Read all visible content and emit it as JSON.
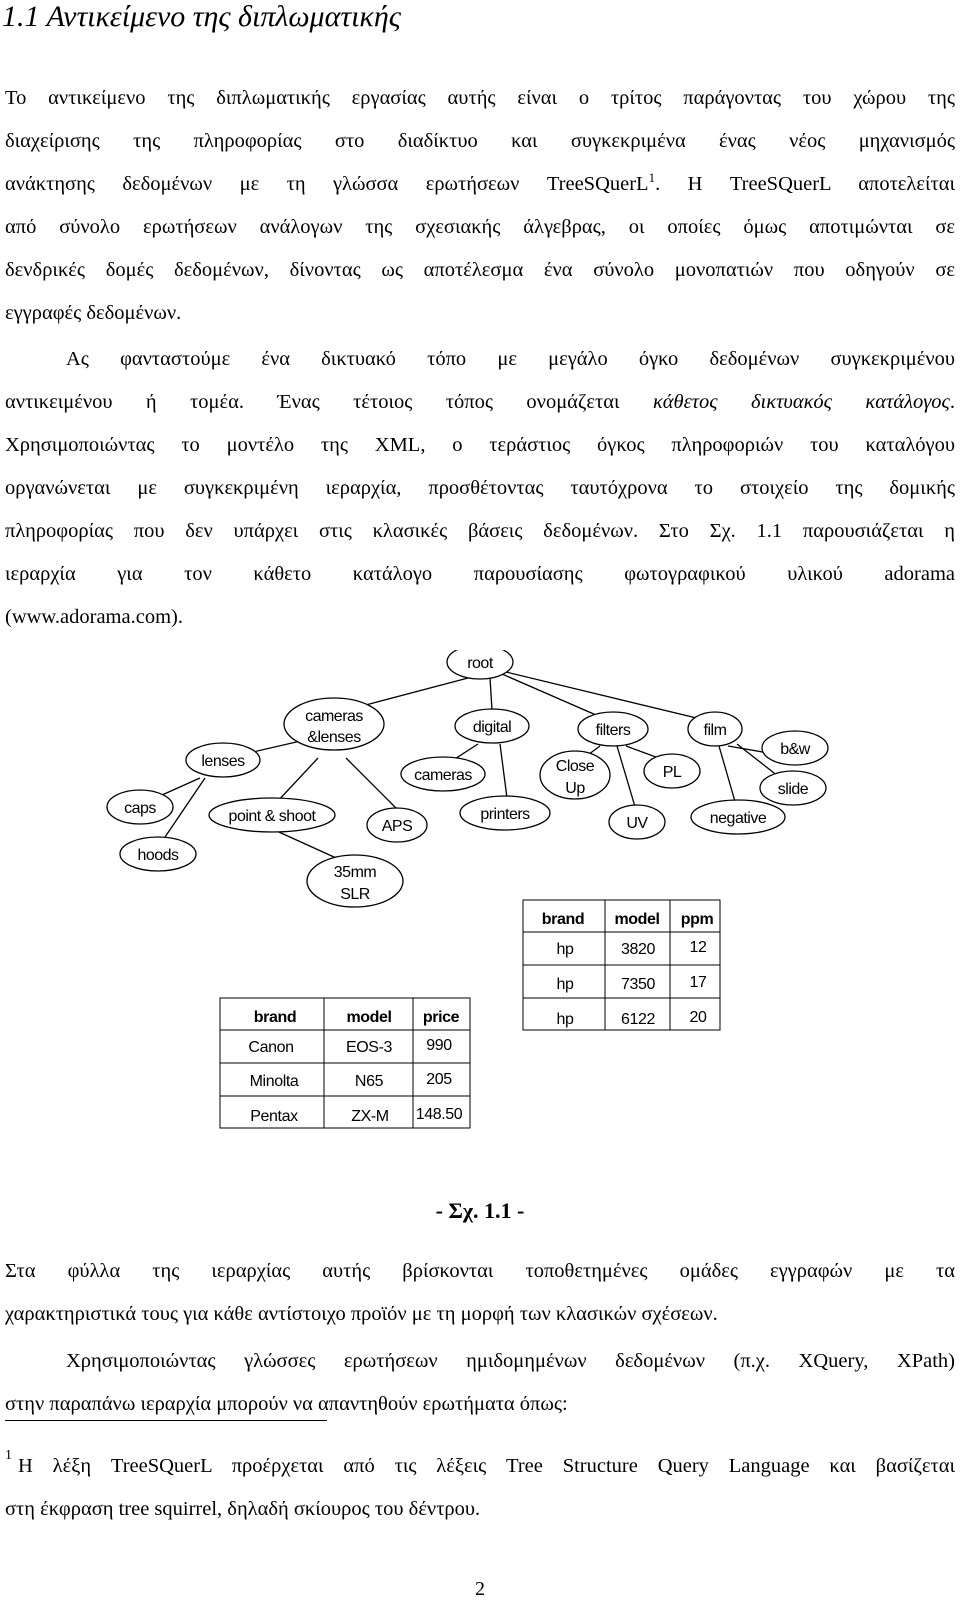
{
  "heading": "1.1 Αντικείμενο της διπλωματικής",
  "paragraph1": {
    "l1": "Το αντικείμενο της διπλωματικής εργασίας αυτής είναι ο τρίτος παράγοντας του χώρου της",
    "l2": "διαχείρισης της πληροφορίας στο διαδίκτυο και συγκεκριμένα ένας νέος μηχανισμός",
    "l3a": "ανάκτησης δεδομένων με τη γλώσσα ερωτήσεων TreeSQuerL",
    "l3sup": "1",
    "l3b": ". Η TreeSQuerL αποτελείται",
    "l4": "από σύνολο ερωτήσεων ανάλογων της σχεσιακής άλγεβρας, οι οποίες όμως αποτιμώνται σε",
    "l5": "δενδρικές δομές δεδομένων, δίνοντας ως αποτέλεσμα ένα σύνολο μονοπατιών που οδηγούν σε",
    "l6": "εγγραφές δεδομένων."
  },
  "paragraph2": {
    "l1": "Ας φανταστούμε ένα δικτυακό τόπο με μεγάλο όγκο δεδομένων συγκεκριμένου",
    "l2a": "αντικειμένου ή τομέα. Ένας τέτοιος τόπος ονομάζεται ",
    "l2b": "κάθετος δικτυακός κατάλογος",
    "l2c": ".",
    "l3": "Χρησιμοποιώντας το μοντέλο της XML, ο τεράστιος όγκος πληροφοριών του καταλόγου",
    "l4": "οργανώνεται με συγκεκριμένη ιεραρχία, προσθέτοντας ταυτόχρονα το στοιχείο της δομικής",
    "l5": "πληροφορίας που δεν υπάρχει στις κλασικές βάσεις δεδομένων. Στο Σχ. 1.1 παρουσιάζεται η",
    "l6": "ιεραρχία για τον κάθετο κατάλογο παρουσίασης φωτογραφικού υλικού adorama",
    "l7": "(www.adorama.com)."
  },
  "figure": {
    "nodes": {
      "root": "root",
      "cameras_lenses_1": "cameras",
      "cameras_lenses_2": "&lenses",
      "digital": "digital",
      "filters": "filters",
      "film": "film",
      "lenses": "lenses",
      "cameras": "cameras",
      "close_up_1": "Close",
      "close_up_2": "Up",
      "pl": "PL",
      "bw": "b&w",
      "slide": "slide",
      "caps": "caps",
      "point_shoot": "point & shoot",
      "aps": "APS",
      "printers": "printers",
      "uv": "UV",
      "negative": "negative",
      "hoods": "hoods",
      "slr_1": "35mm",
      "slr_2": "SLR"
    },
    "printers_table": {
      "headers": [
        "brand",
        "model",
        "ppm"
      ],
      "rows": [
        [
          "hp",
          "3820",
          "12"
        ],
        [
          "hp",
          "7350",
          "17"
        ],
        [
          "hp",
          "6122",
          "20"
        ]
      ]
    },
    "cameras_table": {
      "headers": [
        "brand",
        "model",
        "price"
      ],
      "rows": [
        [
          "Canon",
          "EOS-3",
          "990"
        ],
        [
          "Minolta",
          "N65",
          "205"
        ],
        [
          "Pentax",
          "ZX-M",
          "148.50"
        ]
      ]
    }
  },
  "caption": "- Σχ. 1.1 -",
  "paragraph3": {
    "l1": "Στα φύλλα της ιεραρχίας αυτής βρίσκονται τοποθετημένες ομάδες εγγραφών με τα",
    "l2": "χαρακτηριστικά τους για κάθε αντίστοιχο προϊόν με τη μορφή των κλασικών σχέσεων."
  },
  "paragraph4": {
    "l1": "Χρησιμοποιώντας γλώσσες ερωτήσεων ημιδομημένων δεδομένων (π.χ. XQuery, XPath)",
    "l2": "στην παραπάνω ιεραρχία μπορούν να απαντηθούν ερωτήματα όπως:"
  },
  "footnote": {
    "marker": "1",
    "l1": "Η λέξη TreeSQuerL προέρχεται από τις λέξεις Tree Structure Query Language και βασίζεται",
    "l2": "στη έκφραση tree squirrel, δηλαδή σκίουρος του δέντρου."
  },
  "page_number": "2"
}
